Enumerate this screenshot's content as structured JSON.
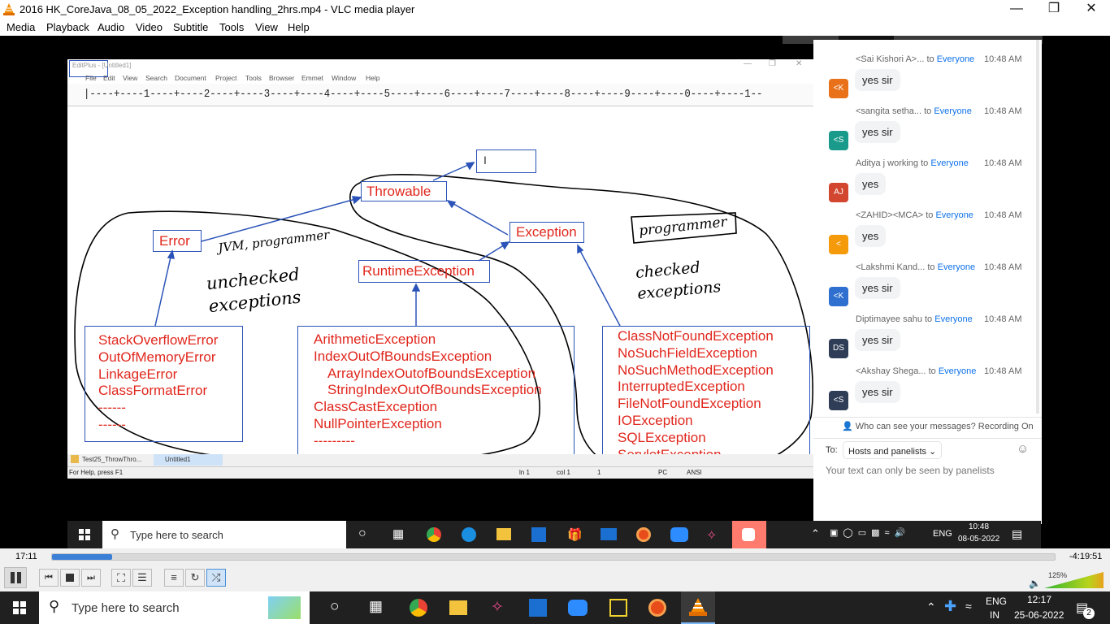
{
  "window": {
    "title": "2016 HK_CoreJava_08_05_2022_Exception handling_2hrs.mp4 - VLC media player"
  },
  "menu": [
    "Media",
    "Playback",
    "Audio",
    "Video",
    "Subtitle",
    "Tools",
    "View",
    "Help"
  ],
  "editplus": {
    "title": "EditPlus - [Untitled1]",
    "menu": [
      "File",
      "Edit",
      "View",
      "Search",
      "Document",
      "Project",
      "Tools",
      "Browser",
      "Emmet",
      "Window",
      "Help"
    ],
    "ruler": "|----+----1----+----2----+----3----+----4----+----5----+----6----+----7----+----8----+----9----+----0----+----1--",
    "tabs": [
      "Test25_ThrowThro...",
      "Untitled1"
    ],
    "status": {
      "help": "For Help, press F1",
      "ln": "ln 1",
      "col": "col 1",
      "n": "1",
      "mode": "PC",
      "enc": "ANSI"
    }
  },
  "diagram": {
    "empty_box": "I",
    "throwable": "Throwable",
    "error": "Error",
    "exception": "Exception",
    "runtime": "RuntimeException",
    "error_list": [
      "StackOverflowError",
      "OutOfMemoryError",
      "LinkageError",
      "ClassFormatError",
      "------",
      "------"
    ],
    "runtime_list": [
      "ArithmeticException",
      "IndexOutOfBoundsException",
      "ArrayIndexOutofBoundsException",
      "StringIndexOutOfBoundsException",
      "ClassCastException",
      "NullPointerException",
      "---------",
      "---------"
    ],
    "checked_list": [
      "ClassNotFoundException",
      "NoSuchFieldException",
      "NoSuchMethodException",
      "InterruptedException",
      "FileNotFoundException",
      "IOException",
      "SQLException",
      "ServletException",
      "---------"
    ],
    "hand_notes": {
      "jvm": "JVM, programmer",
      "unchecked": "unchecked exceptions",
      "programmer": "programmer",
      "checked": "checked exceptions"
    }
  },
  "chat": {
    "messages": [
      {
        "initials": "<K",
        "color": "#e8711a",
        "name": "<Sai Kishori A>...",
        "to": "to",
        "target": "Everyone",
        "time": "10:48 AM",
        "text": "yes sir"
      },
      {
        "initials": "<S",
        "color": "#1a9a8a",
        "name": "<sangita setha...",
        "to": "to",
        "target": "Everyone",
        "time": "10:48 AM",
        "text": "yes sir"
      },
      {
        "initials": "AJ",
        "color": "#d2452f",
        "name": "Aditya j working",
        "to": "to",
        "target": "Everyone",
        "time": "10:48 AM",
        "text": "yes"
      },
      {
        "initials": "<",
        "color": "#f59a0a",
        "name": "<ZAHID><MCA>",
        "to": "to",
        "target": "Everyone",
        "time": "10:48 AM",
        "text": "yes"
      },
      {
        "initials": "<K",
        "color": "#2f6fd0",
        "name": "<Lakshmi Kand...",
        "to": "to",
        "target": "Everyone",
        "time": "10:48 AM",
        "text": "yes sir"
      },
      {
        "initials": "DS",
        "color": "#2f3d57",
        "name": "Diptimayee sahu",
        "to": "to",
        "target": "Everyone",
        "time": "10:48 AM",
        "text": "yes sir"
      },
      {
        "initials": "<S",
        "color": "#2f3d57",
        "name": "<Akshay Shega...",
        "to": "to",
        "target": "Everyone",
        "time": "10:48 AM",
        "text": "yes sir"
      }
    ],
    "privacy": "Who can see your messages? Recording On",
    "to_label": "To:",
    "to_value": "Hosts and panelists",
    "placeholder": "Your text can only be seen by panelists"
  },
  "inner_taskbar": {
    "search": "Type here to search",
    "lang": "ENG",
    "time": "10:48",
    "date": "08-05-2022"
  },
  "player": {
    "elapsed": "17:11",
    "remaining": "-4:19:51",
    "progress": 0.06,
    "volume": "125%"
  },
  "taskbar": {
    "search": "Type here to search",
    "lang1": "ENG",
    "lang2": "IN",
    "time": "12:17",
    "date": "25-06-2022",
    "badge": "2"
  }
}
